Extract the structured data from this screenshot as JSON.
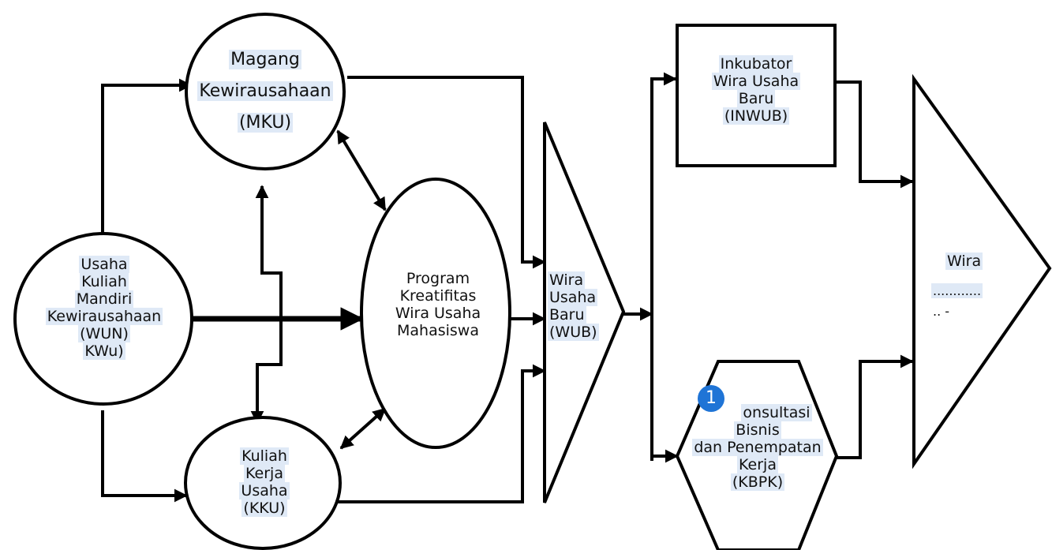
{
  "nodes": {
    "mku": [
      "Magang",
      "Kewirausahaan",
      "(MKU)"
    ],
    "wun": [
      "Usaha",
      "Kuliah",
      "Mandiri",
      "Kewirausahaan",
      "(WUN)",
      "KWu)"
    ],
    "pkm": [
      "Program",
      "Kreatifitas",
      "Wira Usaha",
      "Mahasiswa"
    ],
    "kku": [
      "Kuliah",
      "Kerja",
      "Usaha",
      "(KKU)"
    ],
    "wub": [
      "Wira",
      "Usaha",
      "Baru",
      "(WUB)"
    ],
    "inwub": [
      "Inkubator",
      "Wira Usaha",
      "Baru",
      "(INWUB)"
    ],
    "kbpk": [
      "onsultasi",
      "Bisnis",
      "dan Penempatan",
      "Kerja",
      "(KBPK)"
    ],
    "wira": [
      "Wira",
      "............",
      ".. -"
    ]
  },
  "badge": "1",
  "colors": {
    "stroke": "#000000",
    "highlight": "#dfe9f6",
    "badge": "#1f74d6"
  }
}
